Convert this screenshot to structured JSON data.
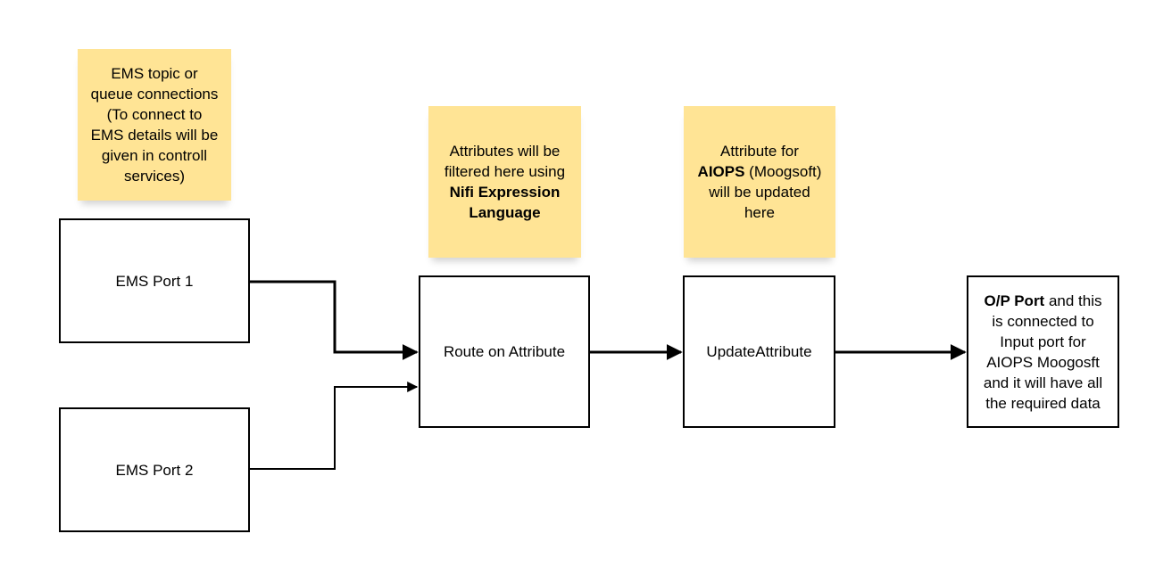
{
  "notes": {
    "ems_connections": {
      "lines": [
        "EMS topic or",
        "queue connections",
        "(To connect to",
        "EMS details will be",
        "given in controll",
        "services)"
      ]
    },
    "route_filter": {
      "line1": "Attributes will be",
      "line2": "filtered here using",
      "bold1": "Nifi Expression",
      "bold2": "Language"
    },
    "update_aiops": {
      "line1": "Attribute for",
      "bold": "AIOPS",
      "line2_rest": " (Moogsoft)",
      "line3": "will be updated",
      "line4": "here"
    }
  },
  "nodes": {
    "ems_port_1": "EMS Port 1",
    "ems_port_2": "EMS Port 2",
    "route_on_attribute": "Route on Attribute",
    "update_attribute": "UpdateAttribute",
    "op_port": {
      "bold": "O/P Port",
      "rest1": " and this",
      "lines": [
        "is connected to",
        "Input port for",
        "AIOPS Moogosft",
        "and it will have all",
        "the required data"
      ]
    }
  },
  "colors": {
    "note_fill": "#ffe495",
    "stroke": "#000000"
  }
}
